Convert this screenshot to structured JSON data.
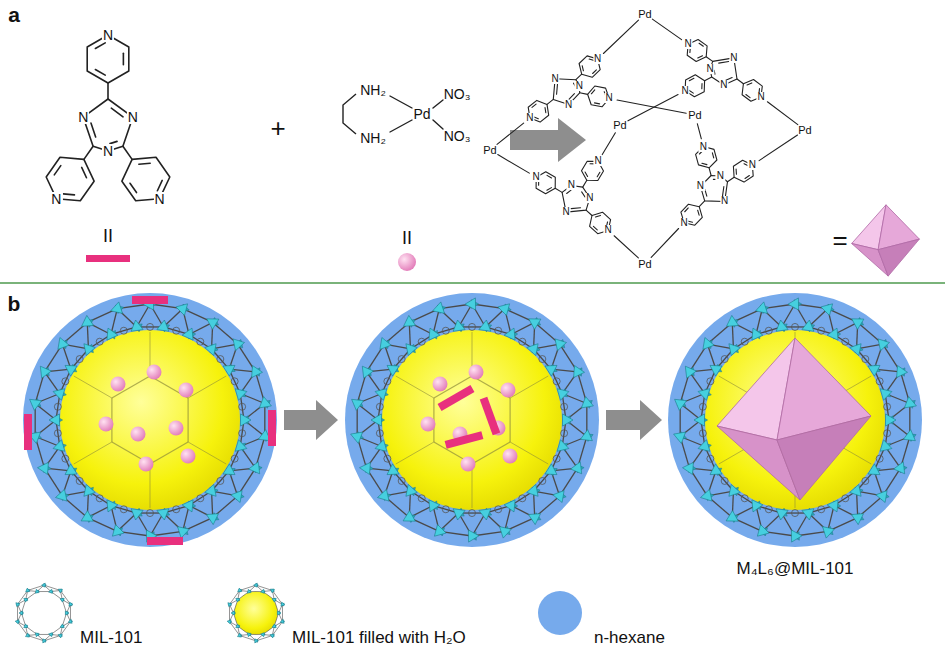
{
  "diagram": {
    "labels": [
      "a",
      "N",
      "N",
      "N",
      "N",
      "N",
      "N",
      "II",
      "+",
      "NH₂",
      "NH₂",
      "Pd",
      "NO₃",
      "NO₃",
      "II",
      "Pd",
      "Pd",
      "Pd",
      "Pd",
      "Pd",
      "Pd",
      "N",
      "N",
      "N",
      "N",
      "N",
      "N",
      "N",
      "N",
      "N",
      "N",
      "N",
      "N",
      "N",
      "N",
      "N",
      "N",
      "N",
      "N",
      "N",
      "N",
      "N",
      "N",
      "N",
      "N",
      "=",
      "b",
      "M₄L₆@MIL-101"
    ],
    "legend": [
      {
        "text": "MIL-101"
      },
      {
        "text": "MIL-101 filled with H₂O"
      },
      {
        "text": "n-hexane",
        "color": "#76aaec"
      }
    ]
  }
}
